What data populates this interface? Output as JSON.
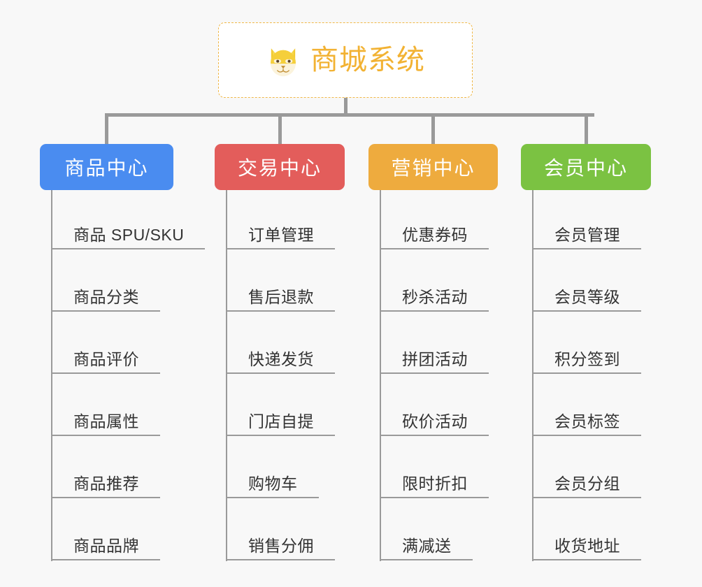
{
  "background_color": "#f8f8f8",
  "root": {
    "title": "商城系统",
    "icon": "shiba-dog-face-icon",
    "text_color": "#f2b233",
    "border_color": "#f0b849",
    "background_color": "#ffffff"
  },
  "connector_color": "#9a9a9a",
  "columns": [
    {
      "id": "product-center",
      "title": "商品中心",
      "color": "#4a8cf0",
      "items": [
        "商品 SPU/SKU",
        "商品分类",
        "商品评价",
        "商品属性",
        "商品推荐",
        "商品品牌"
      ]
    },
    {
      "id": "trade-center",
      "title": "交易中心",
      "color": "#e35d5b",
      "items": [
        "订单管理",
        "售后退款",
        "快递发货",
        "门店自提",
        "购物车",
        "销售分佣"
      ]
    },
    {
      "id": "marketing-center",
      "title": "营销中心",
      "color": "#eeab3e",
      "items": [
        "优惠券码",
        "秒杀活动",
        "拼团活动",
        "砍价活动",
        "限时折扣",
        "满减送"
      ]
    },
    {
      "id": "member-center",
      "title": "会员中心",
      "color": "#7bc242",
      "items": [
        "会员管理",
        "会员等级",
        "积分签到",
        "会员标签",
        "会员分组",
        "收货地址"
      ]
    }
  ]
}
